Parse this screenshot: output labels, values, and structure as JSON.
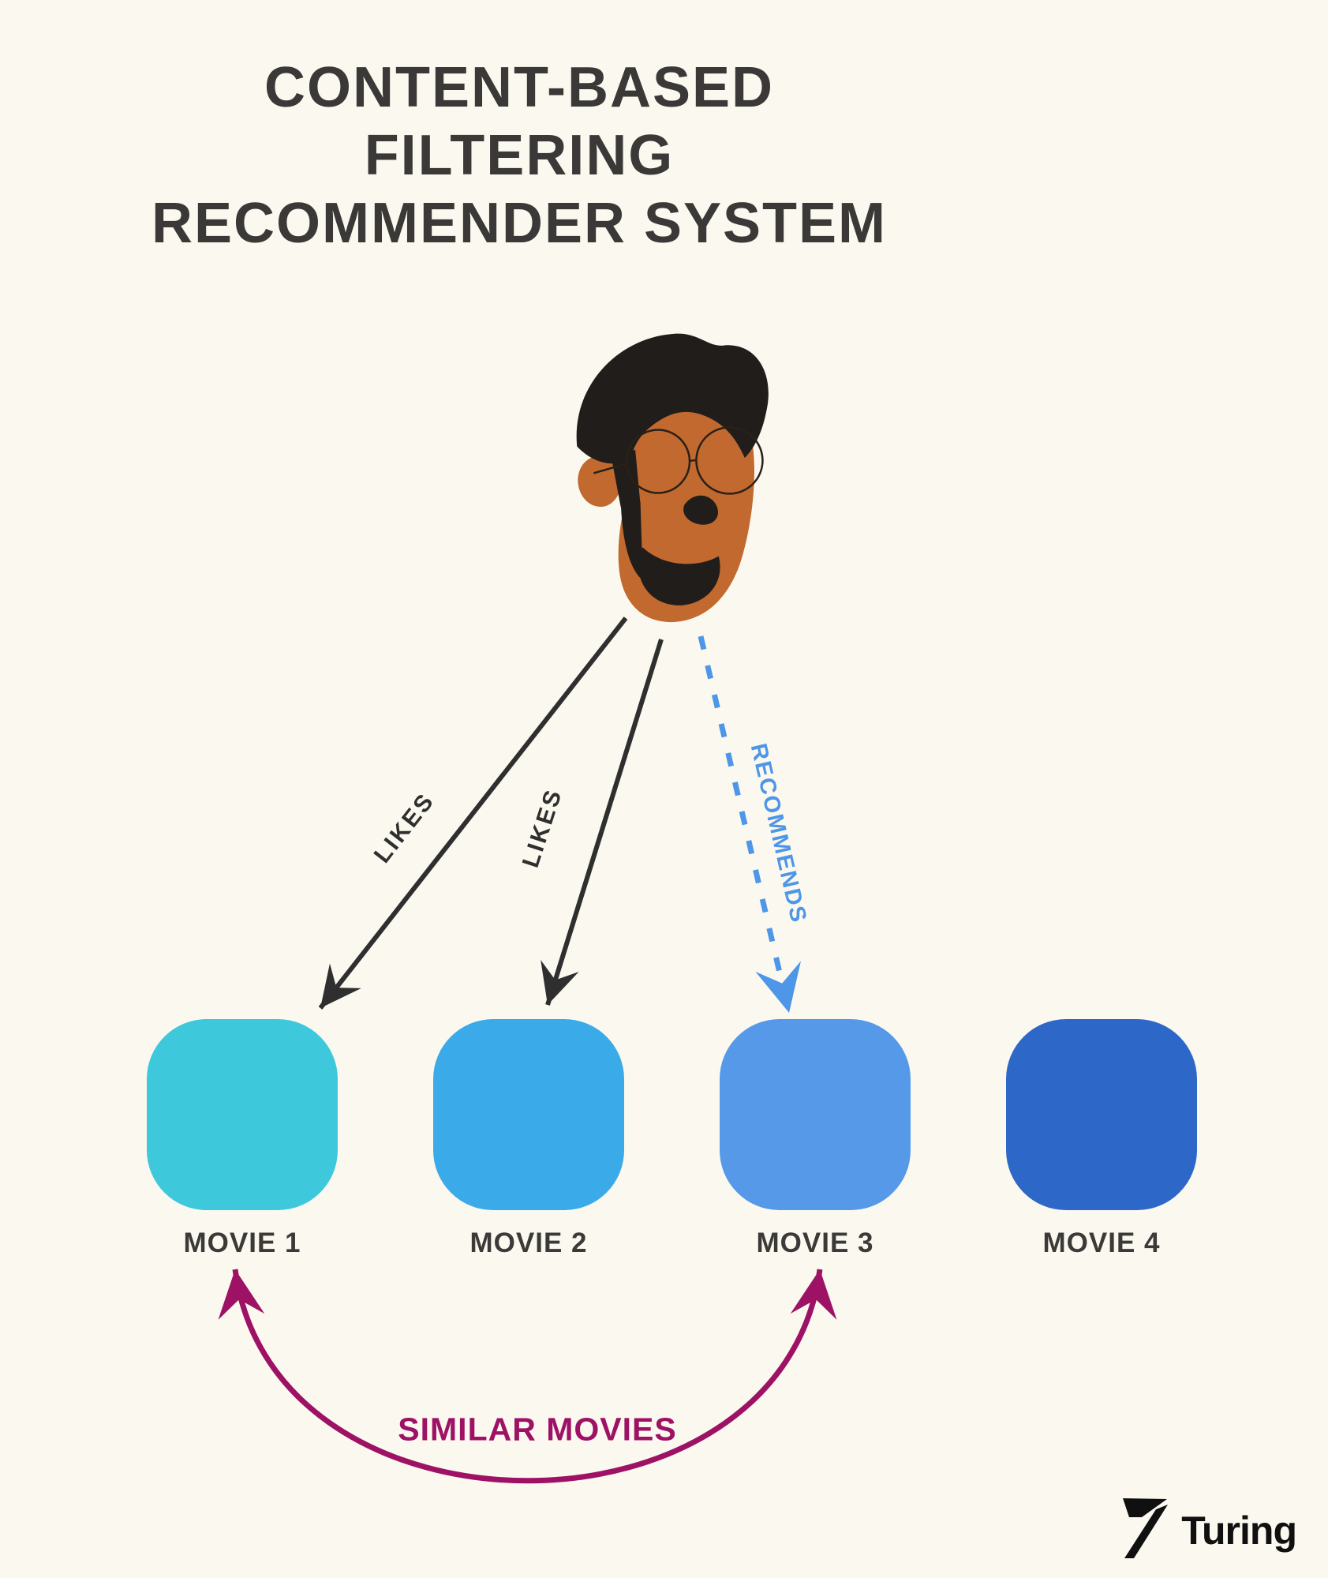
{
  "title": {
    "line1": "CONTENT-BASED FILTERING",
    "line2": "RECOMMENDER SYSTEM"
  },
  "icons": {
    "user": "user-head-illustration",
    "brand_mark": "turing-logo-mark"
  },
  "edges": {
    "likes1": "LIKES",
    "likes2": "LIKES",
    "recommends": "RECOMMENDS",
    "similar_movies": "SIMILAR MOVIES"
  },
  "movies": [
    {
      "label": "MOVIE 1",
      "color": "#3EC8DB"
    },
    {
      "label": "MOVIE 2",
      "color": "#3BAAE9"
    },
    {
      "label": "MOVIE 3",
      "color": "#5599E8"
    },
    {
      "label": "MOVIE 4",
      "color": "#2D68C8"
    }
  ],
  "brand": {
    "name": "Turing"
  },
  "colors": {
    "background": "#FBF9EF",
    "title_text": "#3A3937",
    "arrow_dark": "#2F2F2F",
    "recommend_blue": "#4E96E8",
    "similar_magenta": "#9E1266",
    "skin": "#C1692F",
    "hair": "#201D1A",
    "movie_label_text": "#3B3A38"
  }
}
